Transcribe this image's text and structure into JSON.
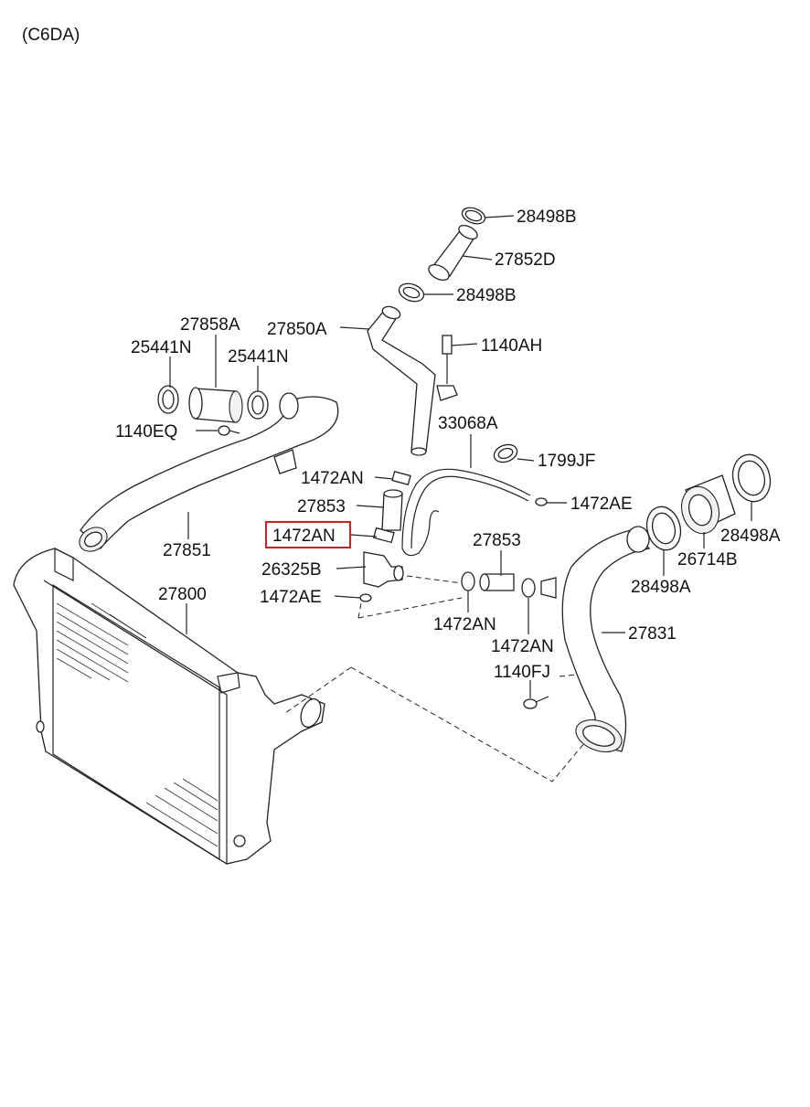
{
  "header": {
    "variant": "(C6DA)"
  },
  "parts": [
    {
      "id": "p_28498B_top",
      "label": "28498B"
    },
    {
      "id": "p_27852D",
      "label": "27852D"
    },
    {
      "id": "p_28498B_mid",
      "label": "28498B"
    },
    {
      "id": "p_27858A",
      "label": "27858A"
    },
    {
      "id": "p_27850A",
      "label": "27850A"
    },
    {
      "id": "p_25441N_left",
      "label": "25441N"
    },
    {
      "id": "p_25441N_right",
      "label": "25441N"
    },
    {
      "id": "p_1140AH",
      "label": "1140AH"
    },
    {
      "id": "p_1140EQ",
      "label": "1140EQ"
    },
    {
      "id": "p_33068A",
      "label": "33068A"
    },
    {
      "id": "p_1799JF",
      "label": "1799JF"
    },
    {
      "id": "p_1472AN_a",
      "label": "1472AN"
    },
    {
      "id": "p_27853_a",
      "label": "27853"
    },
    {
      "id": "p_1472AE_a",
      "label": "1472AE"
    },
    {
      "id": "p_1472AN_hl",
      "label": "1472AN",
      "highlighted": true
    },
    {
      "id": "p_27853_b",
      "label": "27853"
    },
    {
      "id": "p_28498A_right",
      "label": "28498A"
    },
    {
      "id": "p_27851",
      "label": "27851"
    },
    {
      "id": "p_26325B",
      "label": "26325B"
    },
    {
      "id": "p_26714B",
      "label": "26714B"
    },
    {
      "id": "p_28498A_left",
      "label": "28498A"
    },
    {
      "id": "p_27800",
      "label": "27800"
    },
    {
      "id": "p_1472AE_b",
      "label": "1472AE"
    },
    {
      "id": "p_1472AN_b",
      "label": "1472AN"
    },
    {
      "id": "p_27831",
      "label": "27831"
    },
    {
      "id": "p_1472AN_c",
      "label": "1472AN"
    },
    {
      "id": "p_1140FJ",
      "label": "1140FJ"
    }
  ],
  "colors": {
    "highlight": "#d0201b",
    "line": "#222222",
    "text": "#111111"
  }
}
